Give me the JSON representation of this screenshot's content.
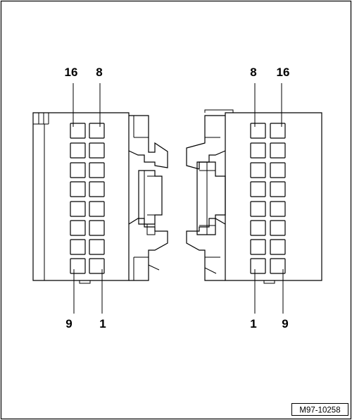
{
  "left_connector": {
    "top_labels": [
      "16",
      "8"
    ],
    "bottom_labels": [
      "9",
      "1"
    ]
  },
  "right_connector": {
    "top_labels": [
      "8",
      "16"
    ],
    "bottom_labels": [
      "1",
      "9"
    ]
  },
  "reference_code": "M97-10258"
}
